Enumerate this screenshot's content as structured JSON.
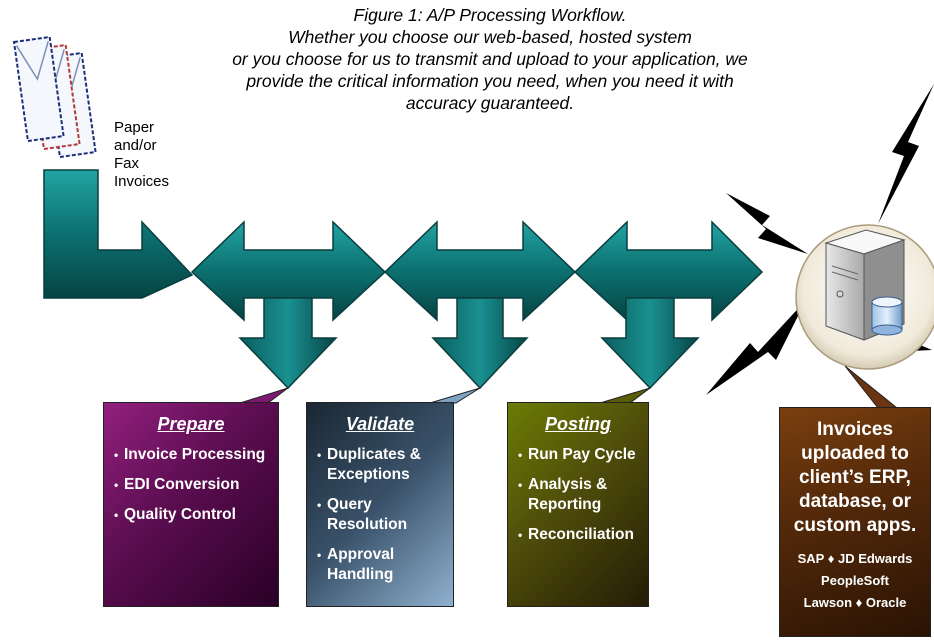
{
  "caption": {
    "line1": "Figure 1: A/P Processing Workflow.",
    "line2": "Whether you choose our web-based, hosted system",
    "line3": "or you choose for us to transmit and upload to your application, we",
    "line4": "provide the critical information you need, when you need it with",
    "line5": "accuracy guaranteed."
  },
  "paper_label": {
    "line1": "Paper",
    "line2": "and/or",
    "line3": "Fax",
    "line4": "Invoices"
  },
  "stages": [
    {
      "title": "Prepare",
      "items": [
        "Invoice Processing",
        "EDI Conversion",
        "Quality Control"
      ]
    },
    {
      "title": "Validate",
      "items": [
        "Duplicates & Exceptions",
        "Query Resolution",
        "Approval Handling"
      ]
    },
    {
      "title": "Posting",
      "items": [
        "Run Pay Cycle",
        "Analysis & Reporting",
        "Reconciliation"
      ]
    }
  ],
  "erp": {
    "line1": "Invoices",
    "line2": "uploaded to",
    "line3": "client’s ERP,",
    "line4": "database, or",
    "line5": "custom apps.",
    "systems1": "SAP ♦ JD Edwards",
    "systems2": "PeopleSoft",
    "systems3": "Lawson ♦ Oracle"
  },
  "colors": {
    "arrow": "#0d7373",
    "prepare": "#6b1262",
    "validate": "#3a526a",
    "posting": "#4f4d0a",
    "erp": "#552a0a"
  },
  "icons": [
    "envelope-icon",
    "server-icon",
    "lightning-icon",
    "database-icon"
  ]
}
